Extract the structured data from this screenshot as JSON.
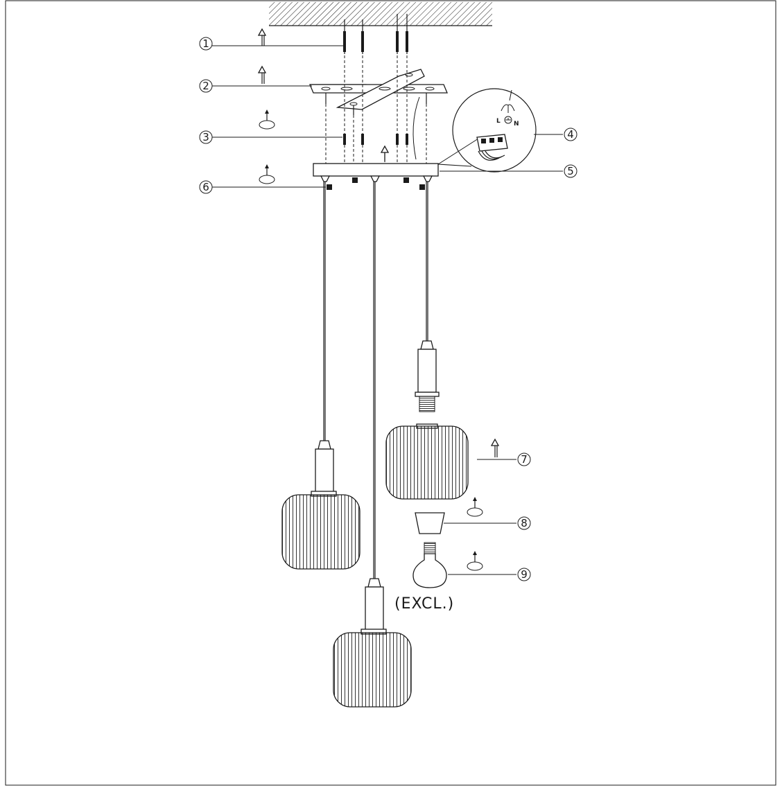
{
  "callouts": [
    {
      "number": "1"
    },
    {
      "number": "2"
    },
    {
      "number": "3"
    },
    {
      "number": "4"
    },
    {
      "number": "5"
    },
    {
      "number": "6"
    },
    {
      "number": "7"
    },
    {
      "number": "8"
    },
    {
      "number": "9"
    }
  ],
  "detail": {
    "wire_l": "L",
    "wire_n": "N"
  },
  "bulb_note": "(EXCL.)"
}
